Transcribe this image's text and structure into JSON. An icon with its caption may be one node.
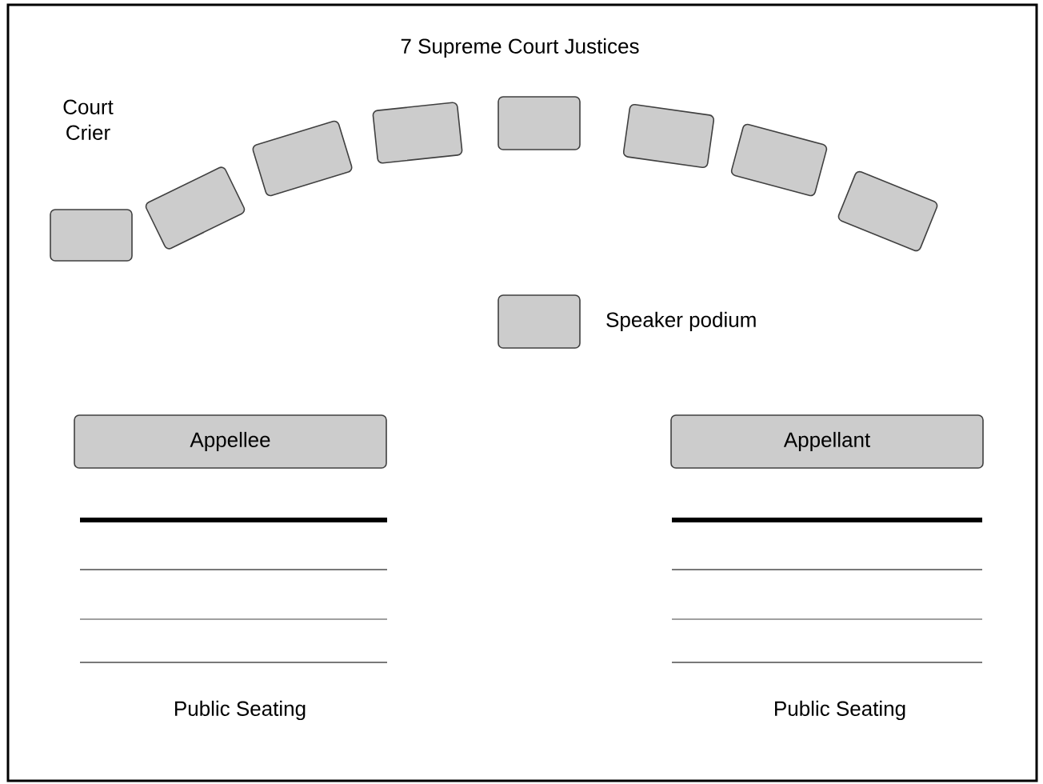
{
  "diagram": {
    "title": "7 Supreme Court Justices",
    "nodes": [
      {
        "text": [],
        "shape": "box",
        "beside": [
          "Court Crier"
        ]
      },
      {
        "text": [],
        "shape": "box"
      },
      {
        "text": [],
        "shape": "box"
      },
      {
        "text": [],
        "shape": "box"
      },
      {
        "text": [],
        "shape": "box"
      },
      {
        "text": [],
        "shape": "box"
      },
      {
        "text": [],
        "shape": "box"
      },
      {
        "text": [],
        "shape": "box"
      },
      {
        "text": [],
        "shape": "box",
        "beside": [
          "Speaker podium"
        ]
      },
      {
        "text": [
          "Appellee"
        ]
      },
      {
        "text": [
          "Appellant"
        ]
      }
    ],
    "labels": [
      "Public Seating",
      "Public Seating"
    ]
  }
}
